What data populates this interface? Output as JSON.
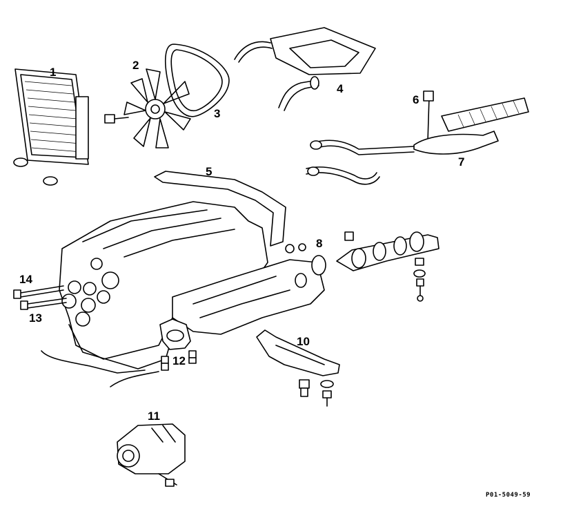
{
  "diagram": {
    "callouts": [
      {
        "id": "1",
        "label": "1"
      },
      {
        "id": "2",
        "label": "2"
      },
      {
        "id": "3",
        "label": "3"
      },
      {
        "id": "4",
        "label": "4"
      },
      {
        "id": "5",
        "label": "5"
      },
      {
        "id": "6",
        "label": "6"
      },
      {
        "id": "7",
        "label": "7"
      },
      {
        "id": "8",
        "label": "8"
      },
      {
        "id": "10",
        "label": "10"
      },
      {
        "id": "11",
        "label": "11"
      },
      {
        "id": "12",
        "label": "12"
      },
      {
        "id": "13",
        "label": "13"
      },
      {
        "id": "14",
        "label": "14"
      }
    ],
    "reference_code": "P01-5049-59"
  }
}
